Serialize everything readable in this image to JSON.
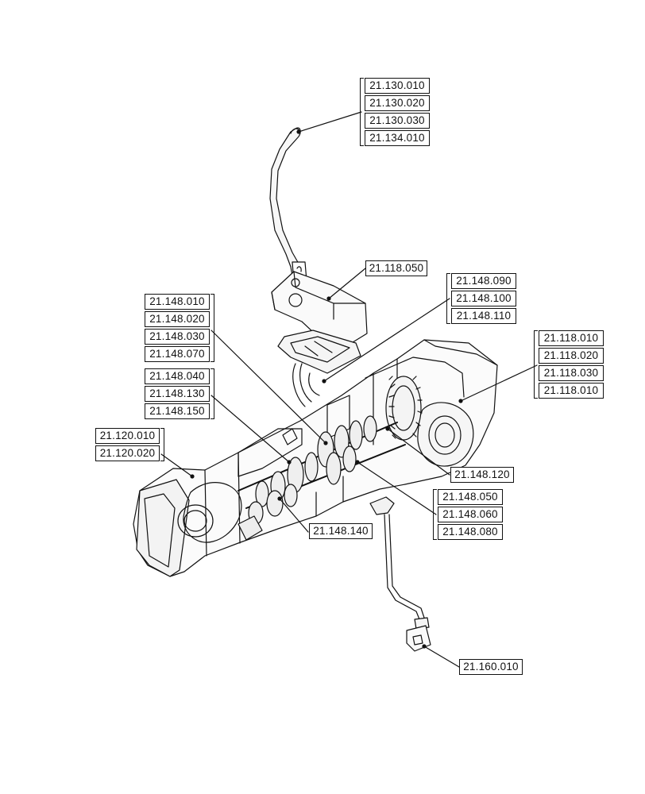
{
  "diagram": {
    "callouts": [
      {
        "id": "lift-lever",
        "labels": [
          "21.130.010",
          "21.130.020",
          "21.130.030",
          "21.134.010"
        ]
      },
      {
        "id": "cover-plate",
        "labels": [
          "21.118.050"
        ]
      },
      {
        "id": "cover-shafts",
        "labels": [
          "21.148.090",
          "21.148.100",
          "21.148.110"
        ]
      },
      {
        "id": "upper-gears",
        "labels": [
          "21.148.010",
          "21.148.020",
          "21.148.030",
          "21.148.070"
        ]
      },
      {
        "id": "rear-housing",
        "labels": [
          "21.118.010",
          "21.118.020",
          "21.118.030",
          "21.118.010"
        ]
      },
      {
        "id": "mid-gears",
        "labels": [
          "21.148.040",
          "21.148.130",
          "21.148.150"
        ]
      },
      {
        "id": "front-housing",
        "labels": [
          "21.120.010",
          "21.120.020"
        ]
      },
      {
        "id": "bevel-gear",
        "labels": [
          "21.148.120"
        ]
      },
      {
        "id": "shaft-gears",
        "labels": [
          "21.148.050",
          "21.148.060",
          "21.148.080"
        ]
      },
      {
        "id": "lower-gears",
        "labels": [
          "21.148.140"
        ]
      },
      {
        "id": "dipstick",
        "labels": [
          "21.160.010"
        ]
      }
    ]
  }
}
